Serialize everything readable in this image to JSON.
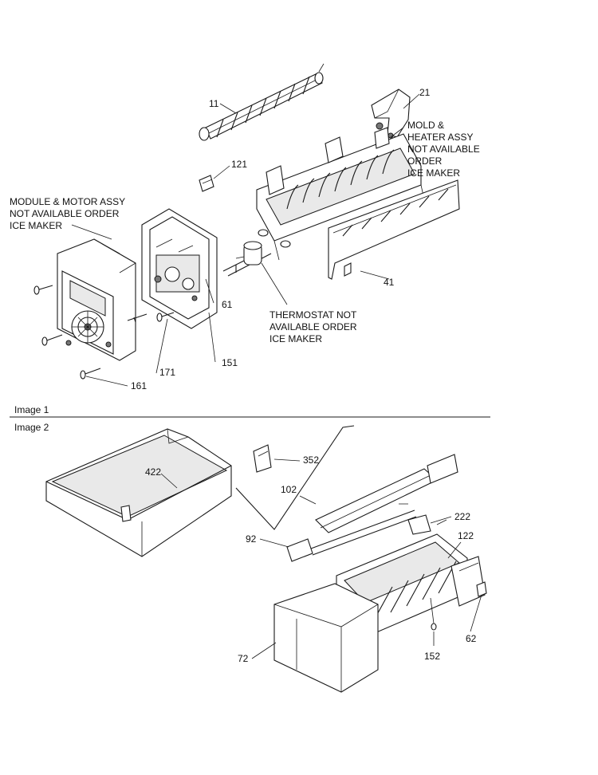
{
  "sections": {
    "image1_label": "Image 1",
    "image2_label": "Image 2"
  },
  "notes": {
    "module_line1": "MODULE & MOTOR ASSY",
    "module_line2": "NOT AVAILABLE ORDER",
    "module_line3": "ICE MAKER",
    "mold_line1": "MOLD &",
    "mold_line2": "HEATER ASSY",
    "mold_line3": "NOT AVAILABLE",
    "mold_line4": "ORDER",
    "mold_line5": "ICE MAKER",
    "thermo_line1": "THERMOSTAT NOT",
    "thermo_line2": "AVAILABLE ORDER",
    "thermo_line3": "ICE MAKER"
  },
  "callouts": {
    "p11": "11",
    "p21": "21",
    "p121": "121",
    "p41": "41",
    "p61": "61",
    "p151": "151",
    "p171": "171",
    "p161": "161",
    "p422": "422",
    "p352": "352",
    "p102": "102",
    "p222": "222",
    "p92": "92",
    "p122": "122",
    "p72": "72",
    "p152": "152",
    "p62": "62"
  }
}
